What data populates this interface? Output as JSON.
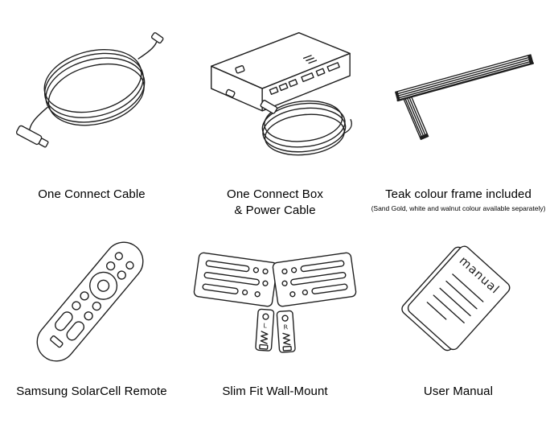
{
  "colors": {
    "background": "#ffffff",
    "line": "#1e1e1e",
    "text": "#000000"
  },
  "grid": {
    "items": [
      {
        "icon": "coiled-cable",
        "caption": "One Connect Cable"
      },
      {
        "icon": "one-connect-box-with-power-cable",
        "caption_lines": [
          "One Connect Box",
          "& Power Cable"
        ]
      },
      {
        "icon": "frame-bars",
        "caption": "Teak colour frame included",
        "subcaption": "(Sand Gold, white and walnut colour available separately)"
      },
      {
        "icon": "remote-control",
        "caption": "Samsung SolarCell Remote"
      },
      {
        "icon": "wall-mount-brackets",
        "caption": "Slim Fit Wall-Mount",
        "labels": {
          "left": "L",
          "right": "R"
        }
      },
      {
        "icon": "manual-booklet",
        "caption": "User Manual",
        "booklet_text": "manual"
      }
    ]
  }
}
